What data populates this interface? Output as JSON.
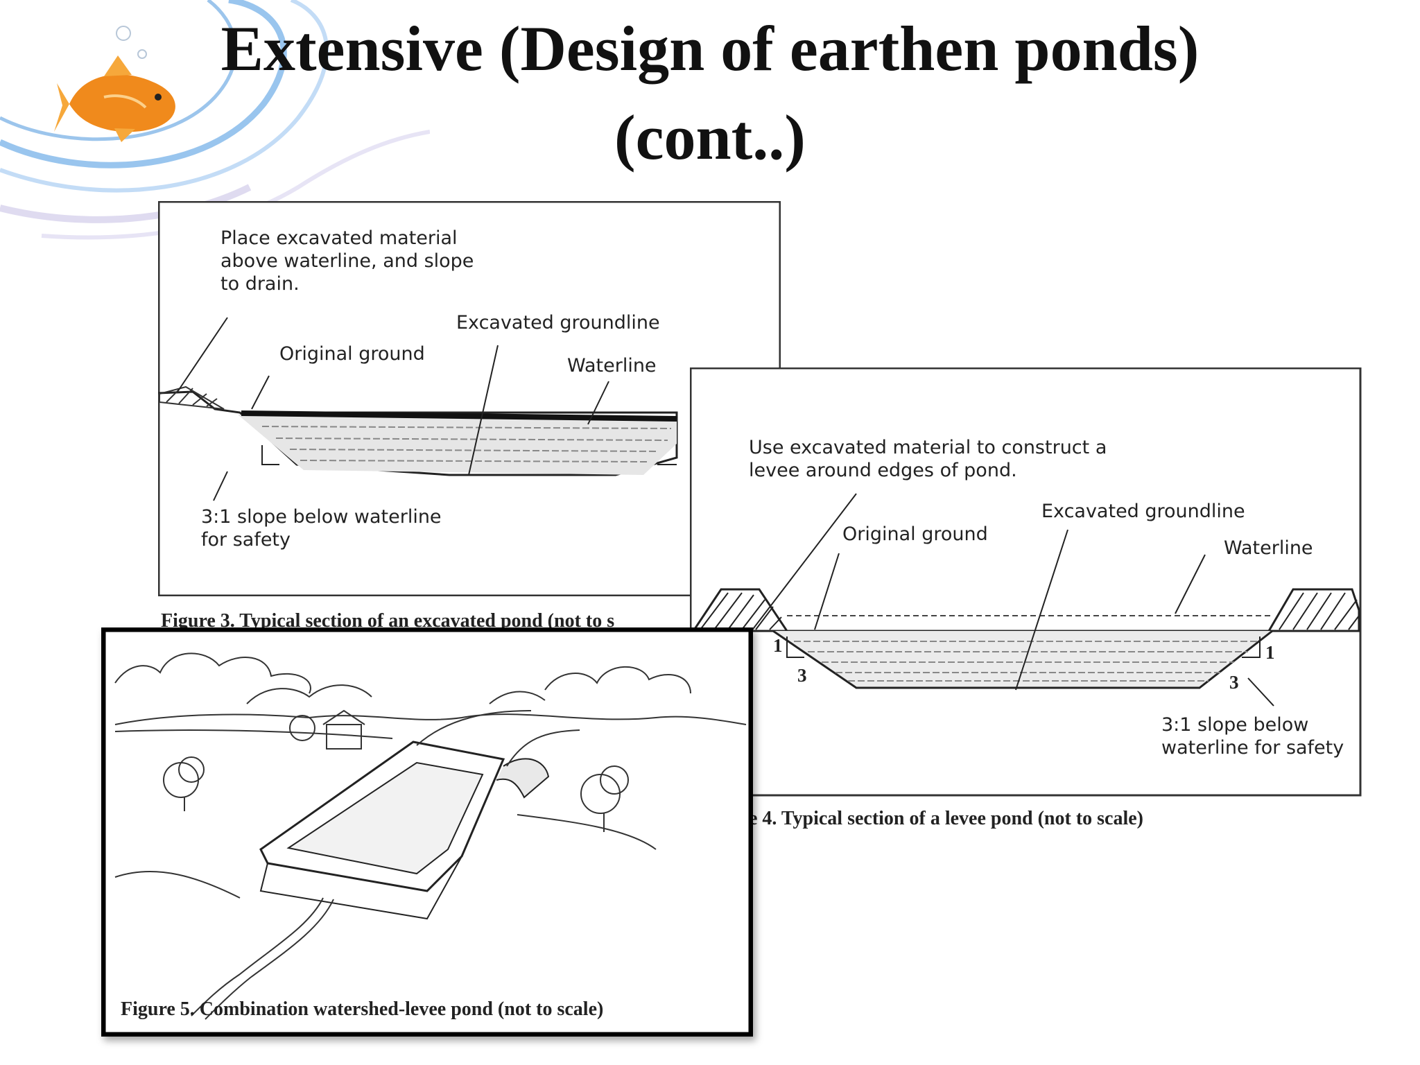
{
  "title": {
    "line1": "Extensive (Design of earthen ponds)",
    "line2": "(cont..)"
  },
  "figure3": {
    "label_material": "Place excavated material\nabove waterline, and slope\nto drain.",
    "label_excavated": "Excavated groundline",
    "label_original": "Original ground",
    "label_waterline": "Waterline",
    "label_slope": "3:1 slope below waterline\nfor safety",
    "caption": "Figure 3. Typical section of an excavated pond (not to s"
  },
  "figure4": {
    "label_levee": "Use excavated material to construct a\nlevee around edges of pond.",
    "label_excavated": "Excavated groundline",
    "label_original": "Original ground",
    "label_waterline": "Waterline",
    "ratio_left_rise": "1",
    "ratio_left_run": "3",
    "ratio_right_rise": "1",
    "ratio_right_run": "3",
    "label_slope": "3:1 slope below\nwaterline for safety",
    "caption": "e 4. Typical section of a levee pond (not to scale)"
  },
  "figure5": {
    "caption": "Figure 5. Combination watershed-levee pond (not to scale)"
  }
}
